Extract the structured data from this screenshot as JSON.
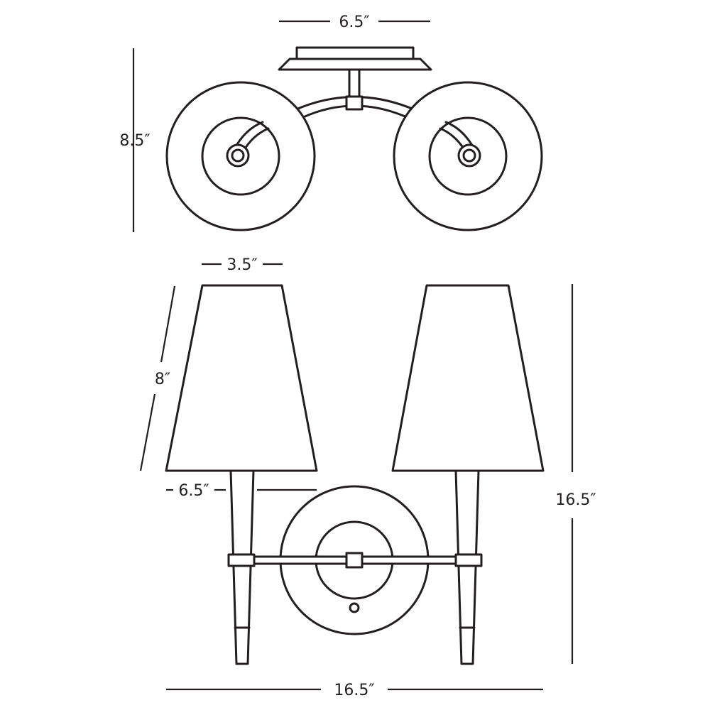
{
  "dimensions": {
    "top_width": "6.5″",
    "top_depth": "8.5″",
    "shade_top_diameter": "3.5″",
    "shade_height": "8″",
    "backplate_diameter": "6.5″",
    "overall_height": "16.5″",
    "overall_width": "16.5″"
  },
  "colors": {
    "line": "#231f20",
    "background": "#ffffff"
  }
}
